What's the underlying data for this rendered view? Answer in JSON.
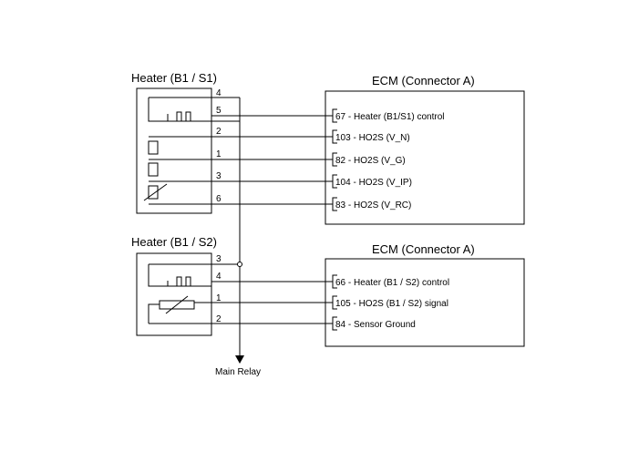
{
  "diagram": {
    "sensor1": {
      "title": "Heater (B1 / S1)",
      "pins": [
        "4",
        "5",
        "2",
        "1",
        "3",
        "6"
      ]
    },
    "sensor2": {
      "title": "Heater (B1 / S2)",
      "pins": [
        "3",
        "4",
        "1",
        "2"
      ]
    },
    "ecm1": {
      "title": "ECM (Connector A)",
      "terminals": [
        "67 - Heater (B1/S1) control",
        "103 - HO2S (V_N)",
        "82 - HO2S (V_G)",
        "104 - HO2S (V_IP)",
        "83 - HO2S (V_RC)"
      ]
    },
    "ecm2": {
      "title": "ECM (Connector A)",
      "terminals": [
        "66 - Heater (B1 / S2) control",
        "105 - HO2S (B1 / S2) signal",
        "84 - Sensor Ground"
      ]
    },
    "main_relay": "Main Relay"
  }
}
